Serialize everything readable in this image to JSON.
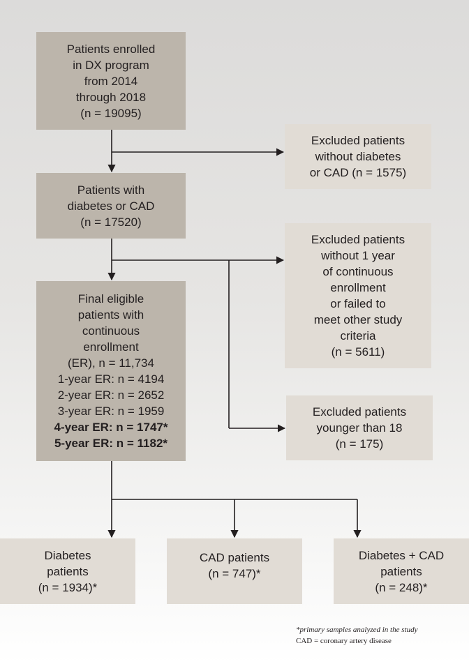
{
  "boxes": {
    "enrolled": [
      "Patients enrolled",
      "in DX program",
      "from 2014",
      "through 2018",
      "(n = 19095)"
    ],
    "excluded_no_dx": [
      "Excluded patients",
      "without diabetes",
      "or CAD (n = 1575)"
    ],
    "with_dx": [
      "Patients with",
      "diabetes or CAD",
      "(n = 17520)"
    ],
    "excluded_enrollment": [
      "Excluded patients",
      "without 1 year",
      "of continuous",
      "enrollment",
      "or failed to",
      "meet other study",
      "criteria",
      "(n = 5611)"
    ],
    "final": [
      "Final eligible",
      "patients with",
      "continuous",
      "enrollment",
      "(ER), n = 11,734",
      "1-year ER: n = 4194",
      "2-year ER: n = 2652",
      "3-year ER: n = 1959",
      "4-year ER: n = 1747*",
      "5-year ER: n = 1182*"
    ],
    "excluded_young": [
      "Excluded patients",
      "younger than 18",
      "(n = 175)"
    ],
    "diabetes": [
      "Diabetes",
      "patients",
      "(n = 1934)*"
    ],
    "cad": [
      "CAD patients",
      "(n = 747)*"
    ],
    "both": [
      "Diabetes + CAD",
      "patients",
      "(n = 248)*"
    ]
  },
  "footnote": {
    "primary": "*primary samples analyzed in the study",
    "abbrev": "CAD = coronary artery disease"
  },
  "colors": {
    "dark_box": "#bcb5ab",
    "light_box": "#e1dcd5",
    "line": "#231f20"
  }
}
